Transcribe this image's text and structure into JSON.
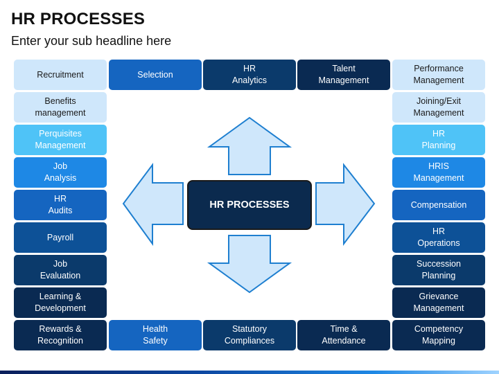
{
  "header": {
    "title": "HR PROCESSES",
    "subtitle": "Enter your sub headline here"
  },
  "center": {
    "label": "HR PROCESSES"
  },
  "colors": {
    "pale": "#cfe7fb",
    "light": "#4fc3f7",
    "mid_light": "#1e88e5",
    "blue": "#1565c0",
    "mid": "#0d5197",
    "navy": "#0b3a6b",
    "dark": "#0a2a52",
    "center": "#0b2a4e",
    "arrow_fill": "#cfe7fb",
    "arrow_stroke": "#1e7fd0"
  },
  "top_row": [
    {
      "id": "recruitment",
      "label": "Recruitment",
      "tone": "pale"
    },
    {
      "id": "selection",
      "label": "Selection",
      "tone": "blue"
    },
    {
      "id": "hr-analytics",
      "label": "HR\nAnalytics",
      "tone": "navy"
    },
    {
      "id": "talent-management",
      "label": "Talent\nManagement",
      "tone": "dark"
    },
    {
      "id": "performance-management",
      "label": "Performance\nManagement",
      "tone": "pale"
    }
  ],
  "left_column": [
    {
      "id": "benefits-management",
      "label": "Benefits\nmanagement",
      "tone": "pale"
    },
    {
      "id": "perquisites-management",
      "label": "Perquisites\nManagement",
      "tone": "light"
    },
    {
      "id": "job-analysis",
      "label": "Job\nAnalysis",
      "tone": "mid_light"
    },
    {
      "id": "hr-audits",
      "label": "HR\nAudits",
      "tone": "blue"
    },
    {
      "id": "payroll",
      "label": "Payroll",
      "tone": "mid"
    },
    {
      "id": "job-evaluation",
      "label": "Job\nEvaluation",
      "tone": "navy"
    },
    {
      "id": "learning-development",
      "label": "Learning &\nDevelopment",
      "tone": "dark"
    }
  ],
  "right_column": [
    {
      "id": "joining-exit-management",
      "label": "Joining/Exit\nManagement",
      "tone": "pale"
    },
    {
      "id": "hr-planning",
      "label": "HR\nPlanning",
      "tone": "light"
    },
    {
      "id": "hris-management",
      "label": "HRIS\nManagement",
      "tone": "mid_light"
    },
    {
      "id": "compensation",
      "label": "Compensation",
      "tone": "blue"
    },
    {
      "id": "hr-operations",
      "label": "HR\nOperations",
      "tone": "mid"
    },
    {
      "id": "succession-planning",
      "label": "Succession\nPlanning",
      "tone": "navy"
    },
    {
      "id": "grievance-management",
      "label": "Grievance\nManagement",
      "tone": "dark"
    }
  ],
  "bottom_row": [
    {
      "id": "rewards-recognition",
      "label": "Rewards &\nRecognition",
      "tone": "dark"
    },
    {
      "id": "health-safety",
      "label": "Health\nSafety",
      "tone": "blue"
    },
    {
      "id": "statutory-compliances",
      "label": "Statutory\nCompliances",
      "tone": "navy"
    },
    {
      "id": "time-attendance",
      "label": "Time &\nAttendance",
      "tone": "dark"
    },
    {
      "id": "competency-mapping",
      "label": "Competency\nMapping",
      "tone": "dark"
    }
  ]
}
